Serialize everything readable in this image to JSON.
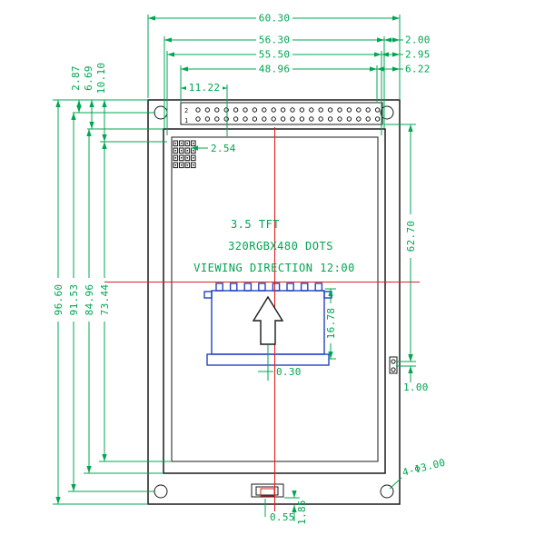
{
  "colors": {
    "dimension": "#00A651",
    "centerline": "#E02020",
    "component": "#2343C3",
    "outline": "#1A1A1A",
    "background": "#FFFFFF"
  },
  "screen": {
    "line1": "3.5 TFT",
    "line2": "320RGBX480 DOTS",
    "line3": "VIEWING DIRECTION 12:00"
  },
  "pins": {
    "row_top_label": "2",
    "row_bottom_label": "1"
  },
  "dims": {
    "overall_width": "60.30",
    "width_2": "56.30",
    "width_3": "55.50",
    "width_4": "48.96",
    "width_5": "11.22",
    "right_margin_1": "2.00",
    "right_margin_2": "2.95",
    "right_margin_3": "6.22",
    "left_top_1": "2.87",
    "left_top_2": "6.69",
    "left_top_3": "10.10",
    "pitch": "2.54",
    "overall_height": "96.60",
    "height_2": "91.53",
    "height_3": "84.96",
    "height_4": "73.44",
    "right_height": "62.70",
    "component_height": "16.78",
    "right_offset": "1.00",
    "center_offset": "0.30",
    "bottom_offset_1": "0.55",
    "bottom_offset_2": "1.85",
    "mount_holes": "4-Φ3.00"
  }
}
